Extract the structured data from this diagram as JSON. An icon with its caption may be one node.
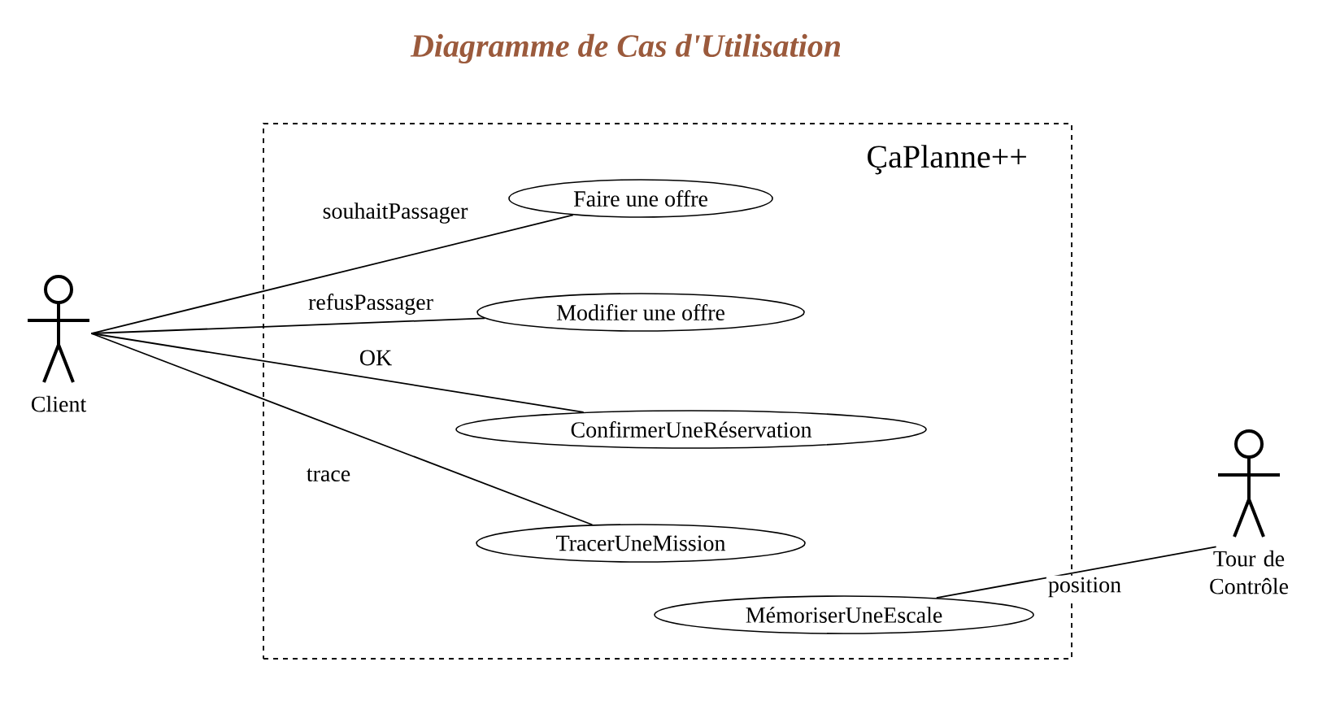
{
  "diagram": {
    "title": "Diagramme de Cas d'Utilisation",
    "nodes": [
      {
        "text": [
          "ÇaPlanne++"
        ]
      },
      {
        "text": [
          "Client"
        ]
      },
      {
        "text": [
          "Faire une offre"
        ],
        "in": 0
      },
      {
        "text": [
          "Modifier une offre"
        ],
        "in": 0
      },
      {
        "text": [
          "ConfirmerUneRéservation"
        ],
        "in": 0
      },
      {
        "text": [
          "TracerUneMission"
        ],
        "in": 0
      },
      {
        "text": [
          "MémoriserUneEscale"
        ],
        "in": 0
      },
      {
        "text": [
          "Tour de Contrôle"
        ]
      }
    ],
    "edges": [
      {
        "from": 1,
        "to": 2,
        "arrow": "none",
        "label": "souhaitPassager"
      },
      {
        "from": 1,
        "to": 3,
        "arrow": "none",
        "label": "refusPassager"
      },
      {
        "from": 1,
        "to": 4,
        "arrow": "none",
        "label": "OK"
      },
      {
        "from": 1,
        "to": 5,
        "arrow": "none",
        "label": "trace"
      },
      {
        "from": 7,
        "to": 6,
        "arrow": "none",
        "label": "position"
      }
    ]
  }
}
